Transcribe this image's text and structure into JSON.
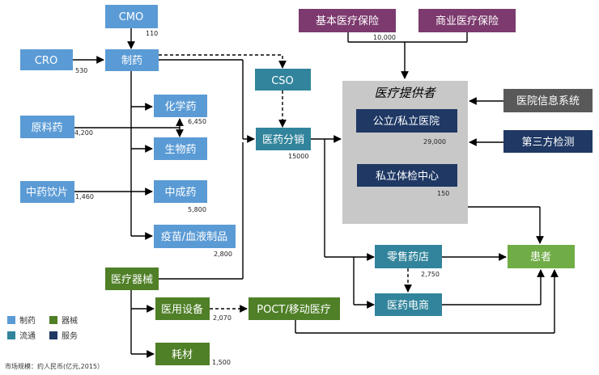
{
  "colors": {
    "pharma": "#5b9bd5",
    "circulation": "#31849b",
    "device": "#4f7f27",
    "service": "#1f3864",
    "insurance": "#7c3a6e",
    "patient": "#70ad47",
    "provider_bg": "#c8c8c8",
    "info_system": "#595959"
  },
  "nodes": {
    "cmo": "CMO",
    "cro": "CRO",
    "zhiyao": "制药",
    "huaxueyao": "化学药",
    "yuanliaoyao": "原料药",
    "shengwuyao": "生物药",
    "zhongyaoyinpian": "中药饮片",
    "zhongchengyao": "中成药",
    "yimiao": "疫苗/血液制品",
    "cso": "CSO",
    "yiyaofenxiao": "医药分销",
    "jiben_baoxian": "基本医疗保险",
    "shangye_baoxian": "商业医疗保险",
    "provider_title": "医疗提供者",
    "gongli_yiyuan": "公立/私立医院",
    "tijian": "私立体检中心",
    "yiyuan_xinxi": "医院信息系统",
    "disanfang": "第三方检测",
    "lingshou": "零售药店",
    "dianshang": "医药电商",
    "huanzhe": "患者",
    "qixie": "医疗器械",
    "shebei": "医用设备",
    "poct": "POCT/移动医疗",
    "haocai": "耗材"
  },
  "values": {
    "cmo": "110",
    "cro": "530",
    "huaxueyao": "6,450",
    "yuanliaoyao": "4,200",
    "zhongyaoyinpian": "1,460",
    "zhongchengyao": "5,800",
    "yimiao": "2,800",
    "yiyaofenxiao": "15000",
    "baoxian": "10,000",
    "gongli_yiyuan": "29,000",
    "tijian": "150",
    "lingshou": "2,750",
    "shebei": "2,070",
    "haocai": "1,500"
  },
  "legend": {
    "zhiyao": "制药",
    "qixie": "器械",
    "liutong": "流通",
    "fuwu": "服务"
  },
  "footnote": "市场规模：约人民币(亿元,2015）"
}
